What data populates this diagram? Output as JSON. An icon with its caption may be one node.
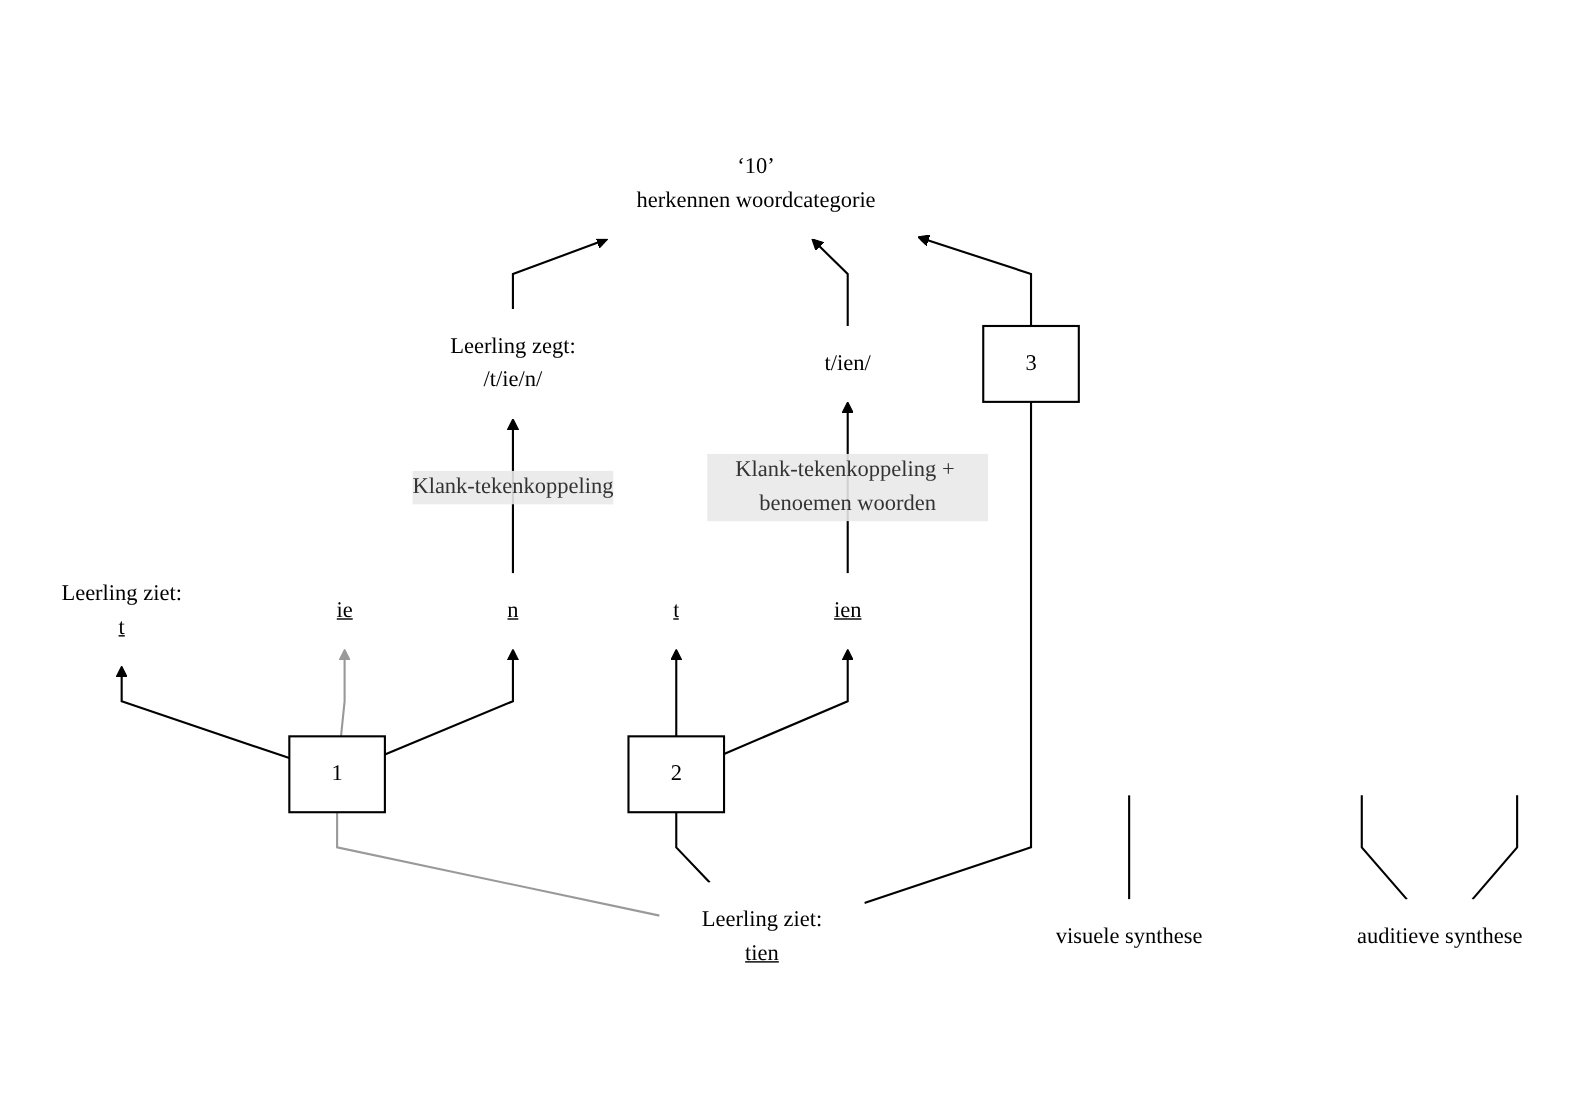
{
  "diagram": {
    "nodes": [
      {
        "text": [
          "Leerling ziet:",
          "tien"
        ]
      },
      {
        "text": [
          "1"
        ]
      },
      {
        "text": [
          "2"
        ]
      },
      {
        "text": [
          "3"
        ]
      },
      {
        "text": [
          "Leerling ziet:",
          "t"
        ]
      },
      {
        "text": [
          "ie"
        ]
      },
      {
        "text": [
          "n"
        ]
      },
      {
        "text": [
          "t"
        ]
      },
      {
        "text": [
          "ien"
        ]
      },
      {
        "text": [
          "Leerling zegt:",
          "/t/ie/n/"
        ]
      },
      {
        "text": [
          "t/ien/"
        ]
      },
      {
        "text": [
          "‘10’",
          "herkennen woordcategorie"
        ]
      },
      {
        "text": [
          "visuele synthese"
        ]
      },
      {
        "text": [
          "auditieve synthese"
        ]
      }
    ],
    "edges": [
      {
        "from": 0,
        "to": 1,
        "arrow": "none",
        "color": "#999999"
      },
      {
        "from": 1,
        "to": 4,
        "arrow": "to"
      },
      {
        "from": 1,
        "to": 5,
        "arrow": "to",
        "color": "#999999"
      },
      {
        "from": 1,
        "to": 6,
        "arrow": "to"
      },
      {
        "from": 0,
        "to": 2,
        "arrow": "none"
      },
      {
        "from": 2,
        "to": 7,
        "arrow": "to"
      },
      {
        "from": 2,
        "to": 8,
        "arrow": "to"
      },
      {
        "from": 0,
        "to": 3,
        "arrow": "none"
      },
      {
        "from": 3,
        "to": 11,
        "arrow": "to"
      },
      {
        "from": 6,
        "to": 9,
        "arrow": "to",
        "label": "Klank-tekenkoppeling"
      },
      {
        "from": 8,
        "to": 10,
        "arrow": "to",
        "label": "Klank-tekenkoppeling + benoemen woorden"
      },
      {
        "from": 10,
        "to": 11,
        "arrow": "to"
      },
      {
        "from": 9,
        "to": 11,
        "arrow": "to"
      },
      {
        "from": 12,
        "to": null,
        "arrow": "none"
      },
      {
        "from": 13,
        "to": null,
        "arrow": "none"
      },
      {
        "from": 13,
        "to": null,
        "arrow": "none"
      }
    ]
  }
}
